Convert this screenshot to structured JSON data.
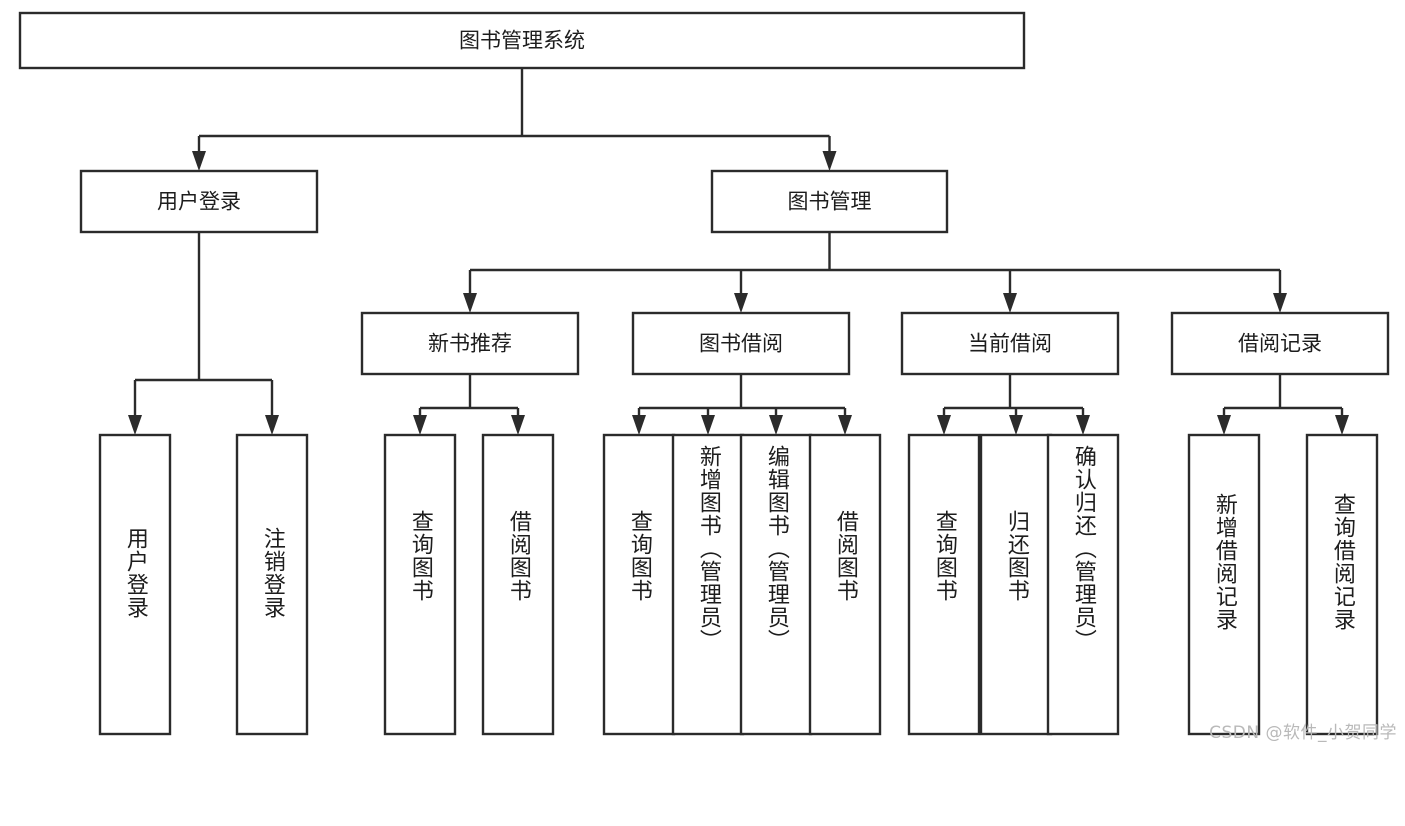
{
  "diagram": {
    "title": "图书管理系统",
    "type": "tree-hierarchy",
    "watermark": "CSDN @软件_小贺同学",
    "colors": {
      "stroke": "#2b2b2b",
      "fill": "#ffffff",
      "text": "#1d1d1d",
      "watermark": "#b9b9b9"
    },
    "root": {
      "id": "root",
      "label": "图书管理系统"
    },
    "level2": [
      {
        "id": "user-login",
        "label": "用户登录"
      },
      {
        "id": "book-manage",
        "label": "图书管理"
      }
    ],
    "level3": [
      {
        "id": "new-book-recommend",
        "label": "新书推荐",
        "parent": "book-manage"
      },
      {
        "id": "book-borrow",
        "label": "图书借阅",
        "parent": "book-manage"
      },
      {
        "id": "current-borrow",
        "label": "当前借阅",
        "parent": "book-manage"
      },
      {
        "id": "borrow-record",
        "label": "借阅记录",
        "parent": "book-manage"
      }
    ],
    "leaves": [
      {
        "id": "leaf-user-login",
        "label": "用户登录",
        "parent": "user-login"
      },
      {
        "id": "leaf-user-logout",
        "label": "注销登录",
        "parent": "user-login"
      },
      {
        "id": "leaf-query-book-1",
        "label": "查询图书",
        "parent": "new-book-recommend"
      },
      {
        "id": "leaf-borrow-book-1",
        "label": "借阅图书",
        "parent": "new-book-recommend"
      },
      {
        "id": "leaf-query-book-2",
        "label": "查询图书",
        "parent": "book-borrow"
      },
      {
        "id": "leaf-add-book",
        "label": "新增图书（管理员）",
        "parent": "book-borrow"
      },
      {
        "id": "leaf-edit-book",
        "label": "编辑图书（管理员）",
        "parent": "book-borrow"
      },
      {
        "id": "leaf-borrow-book-2",
        "label": "借阅图书",
        "parent": "book-borrow"
      },
      {
        "id": "leaf-query-book-3",
        "label": "查询图书",
        "parent": "current-borrow"
      },
      {
        "id": "leaf-return-book",
        "label": "归还图书",
        "parent": "current-borrow"
      },
      {
        "id": "leaf-confirm-return",
        "label": "确认归还（管理员）",
        "parent": "current-borrow"
      },
      {
        "id": "leaf-add-record",
        "label": "新增借阅记录",
        "parent": "borrow-record"
      },
      {
        "id": "leaf-query-record",
        "label": "查询借阅记录",
        "parent": "borrow-record"
      }
    ]
  }
}
